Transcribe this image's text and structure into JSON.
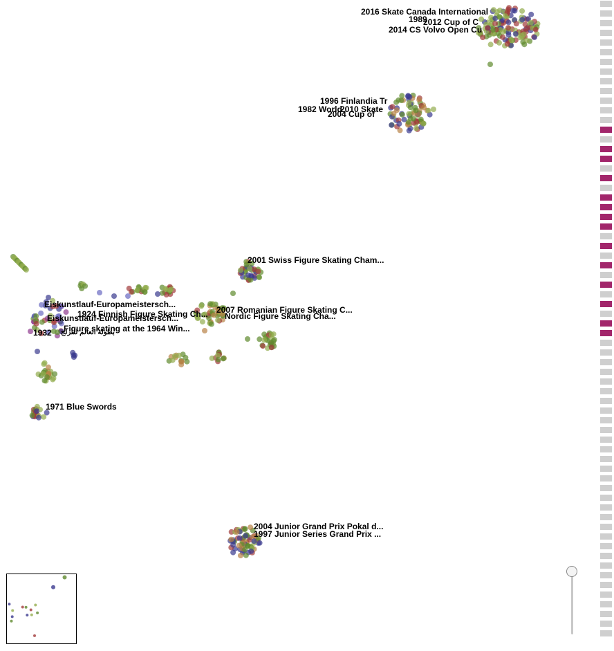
{
  "palette": {
    "navy": "#3b3a8f",
    "red": "#a13a3a",
    "olive": "#5f8a2e",
    "lime": "#93ad4e",
    "orange": "#b88146",
    "purple": "#8e3a8f",
    "periwinkle": "#6a69c2",
    "magenta_tick": "#a2266b",
    "grey_tick": "#cfcfcf"
  },
  "labels": [
    {
      "text": "2016 Skate Canada International",
      "color": "#4a49a8"
    },
    {
      "text": "1989",
      "color": "#93ad4e"
    },
    {
      "text": "2012 Cup of C",
      "color": "#3b3a8f"
    },
    {
      "text": "2014 CS Volvo Open Cu",
      "color": "#93ad4e"
    },
    {
      "text": "1996 Finlandia Tr",
      "color": "#4c5f24"
    },
    {
      "text": "1982 World",
      "color": "#93ad4e"
    },
    {
      "text": "2010 Skate",
      "color": "#3b3a8f"
    },
    {
      "text": "2004 Cup of",
      "color": "#8a6a2a"
    },
    {
      "text": "2001 Swiss Figure Skating Cham...",
      "color": "#4c6f24"
    },
    {
      "text": "Eiskunstlauf-Europameistersch...",
      "color": "#93ad4e"
    },
    {
      "text": "1924 Finnish Figure Skating Ch...",
      "color": "#4c6f24"
    },
    {
      "text": "2007 Romanian Figure Skating C...",
      "color": "#4c6f24"
    },
    {
      "text": "Nordic Figure Skating Cha...",
      "color": "#4c6f24"
    },
    {
      "text": "Eiskunstlauf-Europameistersch...",
      "color": "#6a69c2"
    },
    {
      "text": "Figure skating at the 1964 Win...",
      "color": "#4c6f24"
    },
    {
      "text": "1932",
      "color": "#8e3a8f"
    },
    {
      "text": "بطولة العالم للتزلج",
      "color": "#8e3a8f"
    },
    {
      "text": "1971 Blue Swords",
      "color": "#4c6f24"
    },
    {
      "text": "2004 Junior Grand Prix Pokal d...",
      "color": "#4c6f24"
    },
    {
      "text": "1997 Junior Series Grand Prix ...",
      "color": "#3b3a8f"
    }
  ],
  "category_strip": {
    "ticks": [
      "off",
      "off",
      "off",
      "off",
      "off",
      "off",
      "off",
      "off",
      "off",
      "off",
      "off",
      "off",
      "off",
      "on",
      "off",
      "on",
      "on",
      "off",
      "on",
      "off",
      "on",
      "on",
      "on",
      "on",
      "off",
      "on",
      "off",
      "on",
      "off",
      "on",
      "off",
      "on",
      "off",
      "on",
      "on",
      "off",
      "off",
      "off",
      "off",
      "off",
      "off",
      "off",
      "off",
      "off",
      "off",
      "off",
      "off",
      "off",
      "off",
      "off",
      "off",
      "off",
      "off",
      "off",
      "off",
      "off",
      "off",
      "off",
      "off",
      "off",
      "off",
      "off",
      "off",
      "off",
      "off",
      "off"
    ]
  },
  "zoom": {
    "level": 0.0
  }
}
